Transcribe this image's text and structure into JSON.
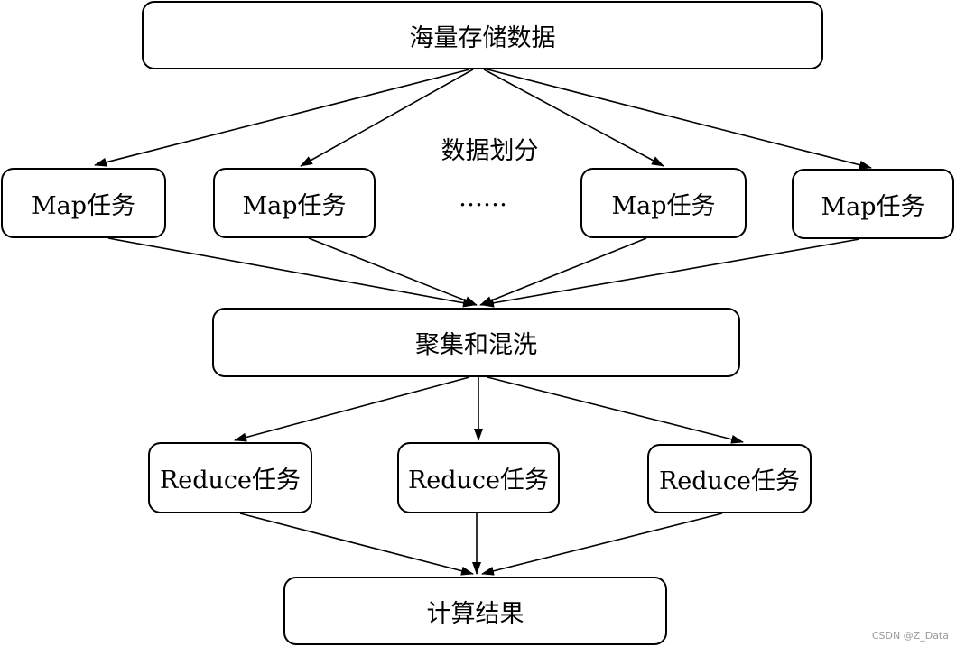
{
  "diagram": {
    "source": {
      "label": "海量存储数据"
    },
    "split_label": "数据划分",
    "map_tasks": [
      {
        "label": "Map任务"
      },
      {
        "label": "Map任务"
      },
      {
        "label": "Map任务"
      },
      {
        "label": "Map任务"
      }
    ],
    "ellipsis": "……",
    "shuffle": {
      "label": "聚集和混洗"
    },
    "reduce_tasks": [
      {
        "label": "Reduce任务"
      },
      {
        "label": "Reduce任务"
      },
      {
        "label": "Reduce任务"
      }
    ],
    "result": {
      "label": "计算结果"
    }
  },
  "watermark": "CSDN @Z_Data"
}
